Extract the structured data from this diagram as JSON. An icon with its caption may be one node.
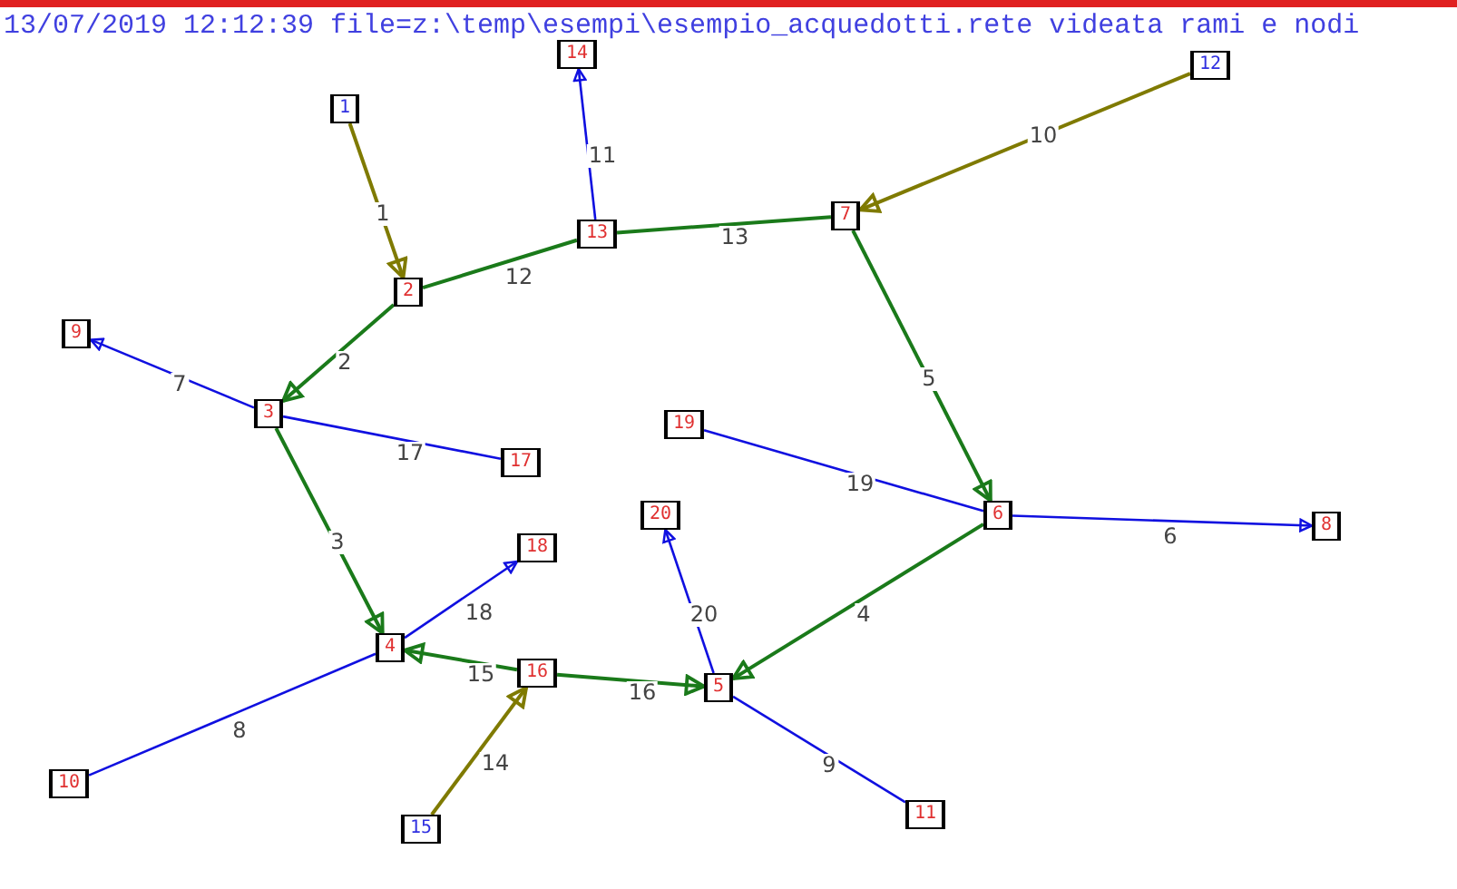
{
  "diagram": {
    "title": "13/07/2019 12:12:39 file=z:\\temp\\esempi\\esempio_acquedotti.rete videata rami e nodi",
    "nodes": [
      {
        "text": [
          "1"
        ]
      },
      {
        "text": [
          "2"
        ]
      },
      {
        "text": [
          "3"
        ]
      },
      {
        "text": [
          "4"
        ]
      },
      {
        "text": [
          "5"
        ]
      },
      {
        "text": [
          "6"
        ]
      },
      {
        "text": [
          "7"
        ]
      },
      {
        "text": [
          "8"
        ]
      },
      {
        "text": [
          "9"
        ]
      },
      {
        "text": [
          "10"
        ]
      },
      {
        "text": [
          "11"
        ]
      },
      {
        "text": [
          "12"
        ]
      },
      {
        "text": [
          "13"
        ]
      },
      {
        "text": [
          "14"
        ]
      },
      {
        "text": [
          "15"
        ]
      },
      {
        "text": [
          "16"
        ]
      },
      {
        "text": [
          "17"
        ]
      },
      {
        "text": [
          "18"
        ]
      },
      {
        "text": [
          "19"
        ]
      },
      {
        "text": [
          "20"
        ]
      }
    ],
    "edges": [
      {
        "from": 0,
        "to": 1,
        "arrow": "to",
        "label": "1",
        "color": "#7f7a00"
      },
      {
        "from": 1,
        "to": 2,
        "arrow": "to",
        "label": "2",
        "color": "#1a7a1a"
      },
      {
        "from": 2,
        "to": 3,
        "arrow": "to",
        "label": "3",
        "color": "#1a7a1a"
      },
      {
        "from": 5,
        "to": 4,
        "arrow": "to",
        "label": "4",
        "color": "#1a7a1a"
      },
      {
        "from": 6,
        "to": 5,
        "arrow": "to",
        "label": "5",
        "color": "#1a7a1a"
      },
      {
        "from": 5,
        "to": 7,
        "arrow": "to",
        "label": "6"
      },
      {
        "from": 2,
        "to": 8,
        "arrow": "to",
        "label": "7"
      },
      {
        "from": 3,
        "to": 9,
        "arrow": "none",
        "label": "8"
      },
      {
        "from": 4,
        "to": 10,
        "arrow": "none",
        "label": "9"
      },
      {
        "from": 11,
        "to": 6,
        "arrow": "to",
        "label": "10",
        "color": "#7f7a00"
      },
      {
        "from": 12,
        "to": 13,
        "arrow": "to",
        "label": "11"
      },
      {
        "from": 1,
        "to": 12,
        "arrow": "none",
        "label": "12",
        "color": "#1a7a1a"
      },
      {
        "from": 12,
        "to": 6,
        "arrow": "none",
        "label": "13",
        "color": "#1a7a1a"
      },
      {
        "from": 14,
        "to": 15,
        "arrow": "to",
        "label": "14",
        "color": "#7f7a00"
      },
      {
        "from": 15,
        "to": 3,
        "arrow": "to",
        "label": "15",
        "color": "#1a7a1a"
      },
      {
        "from": 15,
        "to": 4,
        "arrow": "to",
        "label": "16",
        "color": "#1a7a1a"
      },
      {
        "from": 2,
        "to": 16,
        "arrow": "none",
        "label": "17"
      },
      {
        "from": 3,
        "to": 17,
        "arrow": "to",
        "label": "18"
      },
      {
        "from": 18,
        "to": 5,
        "arrow": "none",
        "label": "19"
      },
      {
        "from": 4,
        "to": 19,
        "arrow": "to",
        "label": "20"
      }
    ]
  }
}
